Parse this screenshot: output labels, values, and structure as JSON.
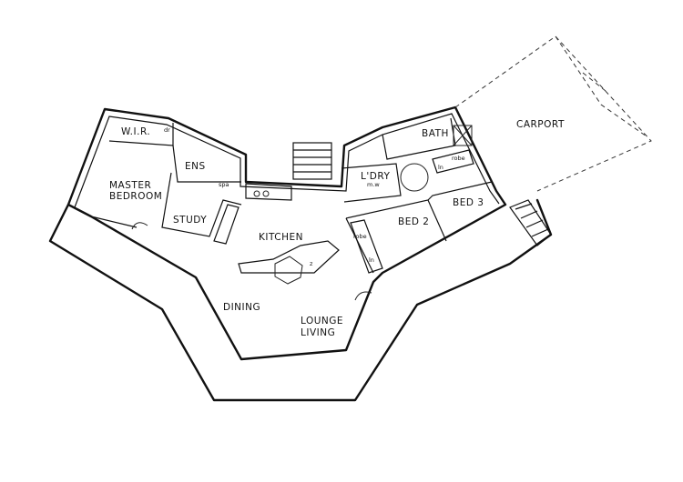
{
  "rooms": {
    "master_bedroom_line1": "MASTER",
    "master_bedroom_line2": "BEDROOM",
    "wir": "W.I.R.",
    "ens": "ENS",
    "study": "STUDY",
    "kitchen": "KITCHEN",
    "dining": "DINING",
    "lounge_line1": "LOUNGE",
    "lounge_line2": "LIVING",
    "laundry": "L'DRY",
    "bath": "BATH",
    "bed2": "BED 2",
    "bed3": "BED 3",
    "carport": "CARPORT"
  },
  "fixtures": {
    "dr": "dr",
    "spa": "spa",
    "robe_bed3": "robe",
    "ln": "ln",
    "robe_bed2": "robe",
    "wm": "m.w",
    "z": "z",
    "ln_bed2": "ln"
  }
}
